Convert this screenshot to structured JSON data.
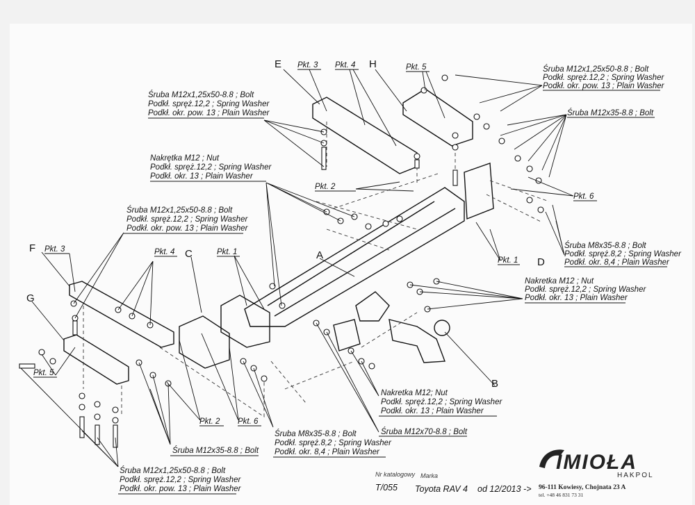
{
  "letters": {
    "A": "A",
    "B": "B",
    "C": "C",
    "D": "D",
    "E": "E",
    "F": "F",
    "G": "G",
    "H": "H"
  },
  "pkt": {
    "p1": "Pkt. 1",
    "p2": "Pkt. 2",
    "p3": "Pkt. 3",
    "p4": "Pkt. 4",
    "p5": "Pkt. 5",
    "p6": "Pkt. 6"
  },
  "hardware": {
    "bolt_m12x125x50": "Śruba M12x1,25x50-8.8 ; Bolt",
    "spring_washer_12": "Podkł. spręż.12,2 ; Spring Washer",
    "plain_washer_pow_13": "Podkł. okr. pow. 13 ; Plain Washer",
    "nut_m12_a": "Nakrętka M12 ; Nut",
    "nut_m12_b": "Nakretka M12 ; Nut",
    "nut_m12_c": "Nakretka M12; Nut",
    "plain_washer_13": "Podkł. okr. 13 ; Plain Washer",
    "bolt_m12x35": "Śruba M12x35-8.8 ; Bolt",
    "bolt_m8x35": "Śruba M8x35-8.8 ; Bolt",
    "spring_washer_8": "Podkł. spręż.8,2 ; Spring Washer",
    "plain_washer_8": "Podkł. okr. 8,4 ; Plain Washer",
    "bolt_m12x70": "Śruba M12x70-8.8 ; Bolt"
  },
  "footer": {
    "catalog_label": "Nr katalogowy",
    "catalog_no": "T/055",
    "make_label": "Marka",
    "model": "Toyota RAV 4",
    "from": "od 12/2013 ->"
  },
  "brand": {
    "name": "IMIOŁA",
    "sub": "HAKPOL",
    "address": "96-111 Kowiesy, Chojnata 23 A",
    "tel": "tel. +48 46 831 73 31"
  }
}
